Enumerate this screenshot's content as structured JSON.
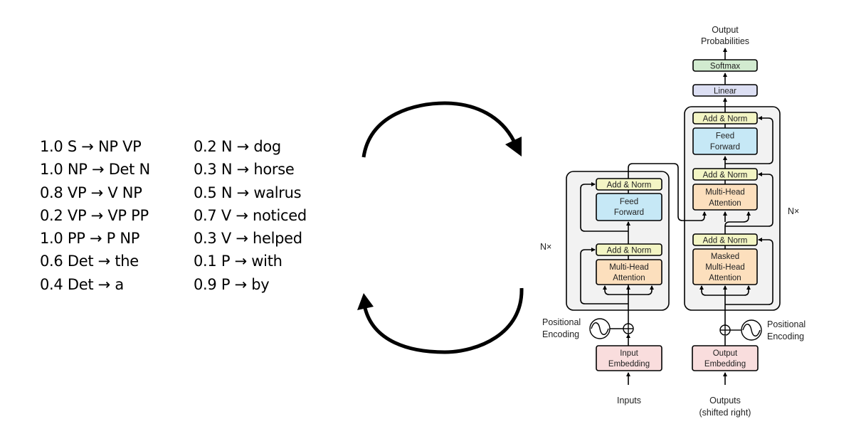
{
  "grammar": {
    "left_column": [
      "1.0 S → NP VP",
      "1.0 NP → Det N",
      "0.8 VP → V NP",
      "0.2 VP → VP PP",
      "1.0 PP → P NP",
      "0.6 Det → the",
      "0.4 Det → a"
    ],
    "right_column": [
      "0.2 N → dog",
      "0.3 N → horse",
      "0.5 N → walrus",
      "0.7 V → noticed",
      "0.3 V → helped",
      "0.1 P → with",
      "0.9 P → by"
    ]
  },
  "cycle_arrows": [
    "top-arrow-clockwise",
    "bottom-arrow-clockwise"
  ],
  "transformer": {
    "output_label_line1": "Output",
    "output_label_line2": "Probabilities",
    "softmax": "Softmax",
    "linear": "Linear",
    "encoder": {
      "add_norm_top": "Add & Norm",
      "feed_forward_line1": "Feed",
      "feed_forward_line2": "Forward",
      "add_norm_bottom": "Add & Norm",
      "attention_line1": "Multi-Head",
      "attention_line2": "Attention",
      "repeat_label": "N×",
      "pos_enc_line1": "Positional",
      "pos_enc_line2": "Encoding",
      "embedding_line1": "Input",
      "embedding_line2": "Embedding",
      "input_label": "Inputs"
    },
    "decoder": {
      "add_norm_top": "Add & Norm",
      "feed_forward_line1": "Feed",
      "feed_forward_line2": "Forward",
      "add_norm_mid": "Add & Norm",
      "attention_line1": "Multi-Head",
      "attention_line2": "Attention",
      "add_norm_bottom": "Add & Norm",
      "masked_line1": "Masked",
      "masked_line2": "Multi-Head",
      "masked_line3": "Attention",
      "repeat_label": "N×",
      "pos_enc_line1": "Positional",
      "pos_enc_line2": "Encoding",
      "embedding_line1": "Output",
      "embedding_line2": "Embedding",
      "output_label_line1": "Outputs",
      "output_label_line2": "(shifted right)"
    },
    "colors": {
      "add_norm": "#f3f5c4",
      "feed_forward": "#c6e8f6",
      "attention": "#fcdfbd",
      "embedding": "#f9dddd",
      "linear": "#dcdff3",
      "softmax": "#d2ebd0",
      "stack_bg": "#f2f2f2"
    }
  }
}
